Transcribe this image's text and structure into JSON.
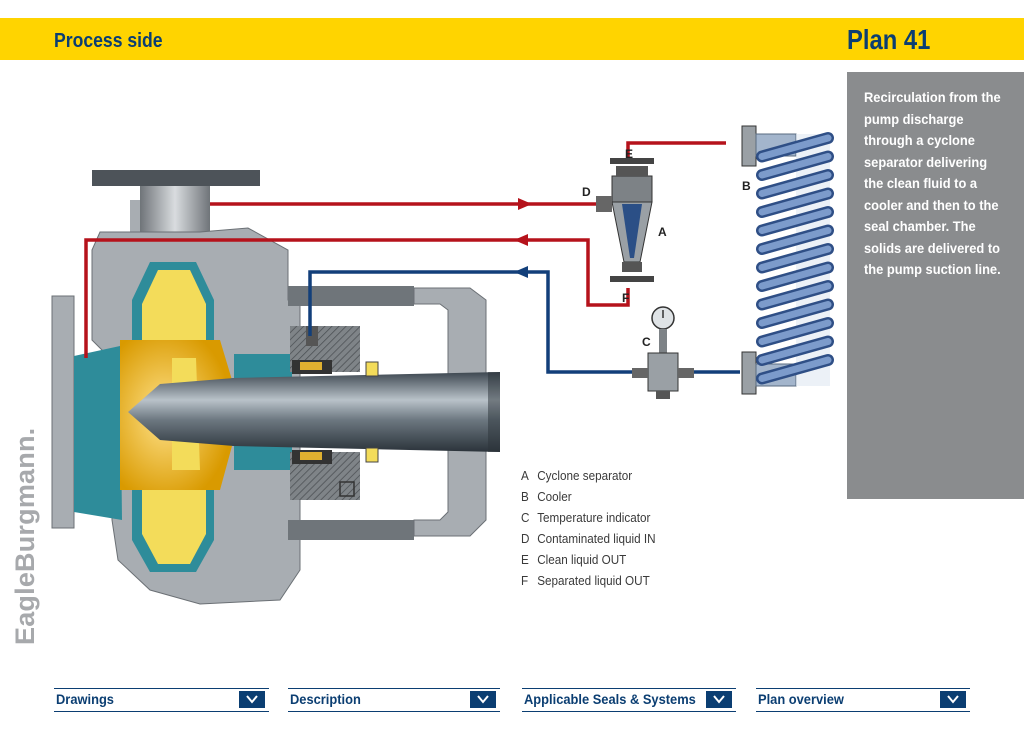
{
  "header": {
    "title": "Process side",
    "plan": "Plan 41"
  },
  "description": "Recirculation from the pump discharge through a cyclone separator delivering the clean fluid to a cooler and then to the seal chamber. The solids are delivered to the pump suction line.",
  "brand": "EagleBurgmann.",
  "callouts": {
    "a": "A",
    "b": "B",
    "c": "C",
    "d": "D",
    "e": "E",
    "f": "F"
  },
  "legend": [
    {
      "key": "A",
      "label": "Cyclone separator"
    },
    {
      "key": "B",
      "label": "Cooler"
    },
    {
      "key": "C",
      "label": "Temperature indicator"
    },
    {
      "key": "D",
      "label": "Contaminated liquid IN"
    },
    {
      "key": "E",
      "label": "Clean liquid OUT"
    },
    {
      "key": "F",
      "label": "Separated liquid OUT"
    }
  ],
  "nav": [
    {
      "label": "Drawings"
    },
    {
      "label": "Description"
    },
    {
      "label": "Applicable Seals & Systems"
    },
    {
      "label": "Plan overview"
    }
  ],
  "colors": {
    "accent": "#ffd400",
    "brand_blue": "#0b3e72",
    "hot_line": "#b5121b",
    "cool_line": "#123f7a",
    "panel": "#8a8c8e"
  }
}
